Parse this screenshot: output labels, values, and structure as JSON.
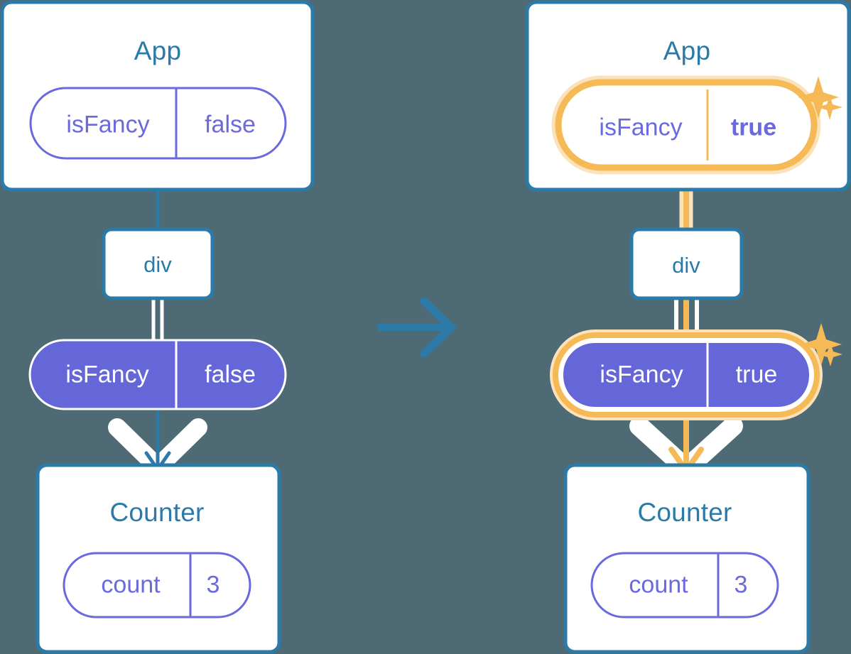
{
  "diagram": {
    "type": "react-state-propagation",
    "background_color": "#4e6a74",
    "transition_arrow": {
      "name": "transition-arrow",
      "direction": "right",
      "color": "#2b7aa8"
    },
    "panels": [
      {
        "id": "before",
        "side": "left",
        "highlighted": false,
        "root": {
          "title": "App",
          "state": {
            "key": "isFancy",
            "value": "false",
            "style": "outline",
            "highlighted": false,
            "bold_value": false
          }
        },
        "middle": {
          "label": "div"
        },
        "props": {
          "key": "isFancy",
          "value": "false",
          "style": "filled",
          "highlighted": false,
          "bold_value": false
        },
        "child": {
          "title": "Counter",
          "state": {
            "key": "count",
            "value": "3",
            "style": "outline",
            "highlighted": false,
            "bold_value": false
          }
        },
        "connector_color": "#2b7aa8",
        "arrow_color": "#2b7aa8"
      },
      {
        "id": "after",
        "side": "right",
        "highlighted": true,
        "root": {
          "title": "App",
          "state": {
            "key": "isFancy",
            "value": "true",
            "style": "outline",
            "highlighted": true,
            "bold_value": true
          }
        },
        "middle": {
          "label": "div"
        },
        "props": {
          "key": "isFancy",
          "value": "true",
          "style": "filled",
          "highlighted": true,
          "bold_value": false
        },
        "child": {
          "title": "Counter",
          "state": {
            "key": "count",
            "value": "3",
            "style": "outline",
            "highlighted": false,
            "bold_value": false
          }
        },
        "connector_color": "#f5b955",
        "arrow_color": "#f5b955",
        "sparkles": [
          {
            "name": "sparkle-large-top",
            "size": "large"
          },
          {
            "name": "sparkle-small-top",
            "size": "small"
          },
          {
            "name": "sparkle-large-mid",
            "size": "large"
          },
          {
            "name": "sparkle-small-mid",
            "size": "small"
          }
        ]
      }
    ],
    "colors": {
      "background": "#4e6a74",
      "box_border": "#2b7aa8",
      "box_fill": "#ffffff",
      "title": "#2b7aa8",
      "indigo": "#6a6ade",
      "indigo_fill": "#6566d8",
      "highlight": "#f5b955",
      "highlight_glow": "#fbe2bb",
      "white": "#ffffff"
    }
  }
}
